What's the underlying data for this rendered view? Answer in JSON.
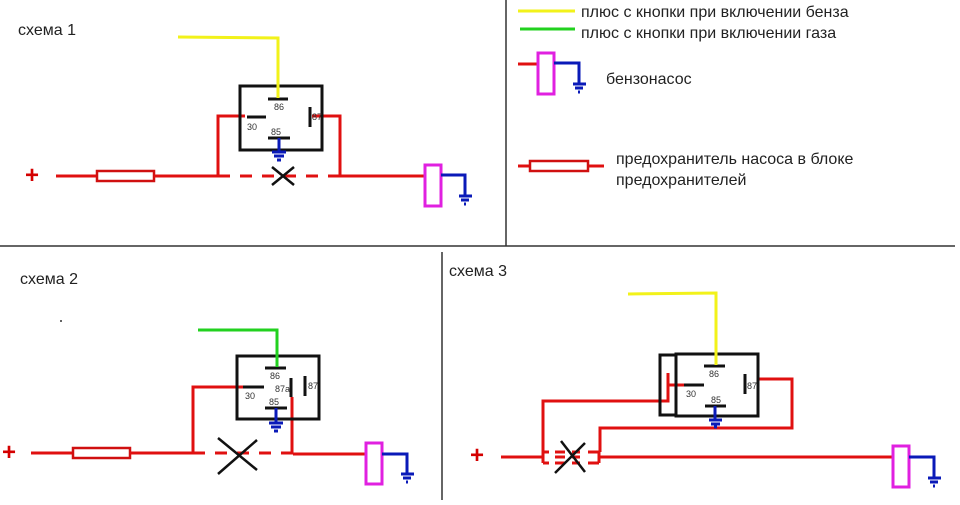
{
  "schemes": [
    {
      "title": "схема 1",
      "control_wire": "yellow",
      "relay_pins": [
        "86",
        "30",
        "85",
        "87"
      ],
      "bypassed_segment": "crossed"
    },
    {
      "title": "схема 2",
      "control_wire": "green",
      "relay_pins": [
        "86",
        "30",
        "85",
        "87a",
        "87"
      ],
      "bypassed_segment": "crossed"
    },
    {
      "title": "схема 3",
      "control_wire": "yellow",
      "relay_pins": [
        "86",
        "30",
        "85",
        "87"
      ],
      "bypassed_segment": "fuse removed, crossed"
    }
  ],
  "symbols": {
    "plus": "+"
  },
  "legend": {
    "yellow_wire": "плюс с кнопки при включении бенза",
    "green_wire": "плюс с кнопки при включении  газа",
    "pump": "бензонасос",
    "fuse_line1": "предохранитель насоса в блоке",
    "fuse_line2": "предохранителей"
  },
  "colors": {
    "power_wire": "#e01010",
    "ground_wire": "#0a1ab8",
    "petrol_button_wire": "#f2f21a",
    "gas_button_wire": "#22d11f",
    "pump": "#e020e0"
  }
}
